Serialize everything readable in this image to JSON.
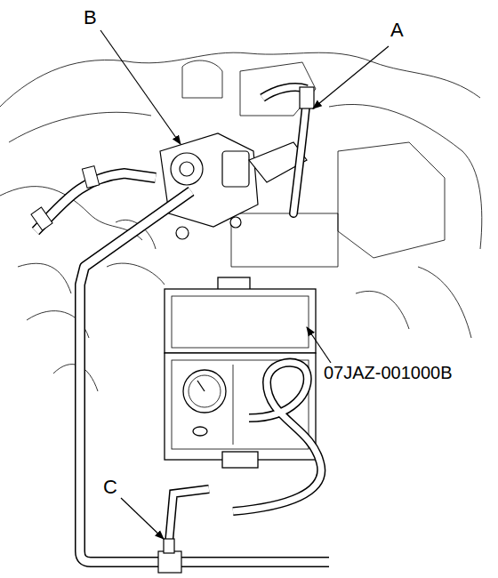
{
  "diagram": {
    "labels": [
      "A",
      "B",
      "C",
      "07JAZ-001000B"
    ]
  }
}
